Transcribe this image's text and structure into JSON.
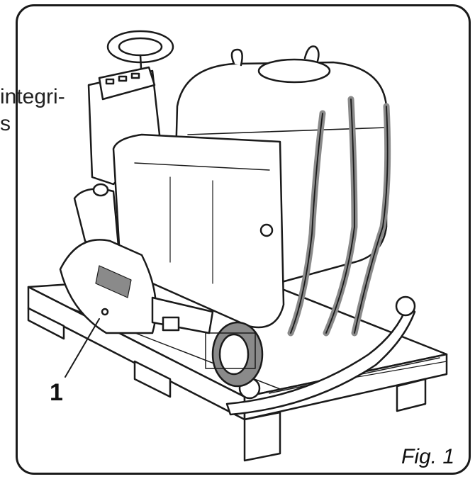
{
  "cut_text": {
    "line1": "integri-",
    "line2": "s"
  },
  "figure": {
    "callout_number": "1",
    "caption": "Fig. 1"
  },
  "colors": {
    "line": "#1a1a1a",
    "shade": "#8a8a8a",
    "paper": "#ffffff"
  }
}
